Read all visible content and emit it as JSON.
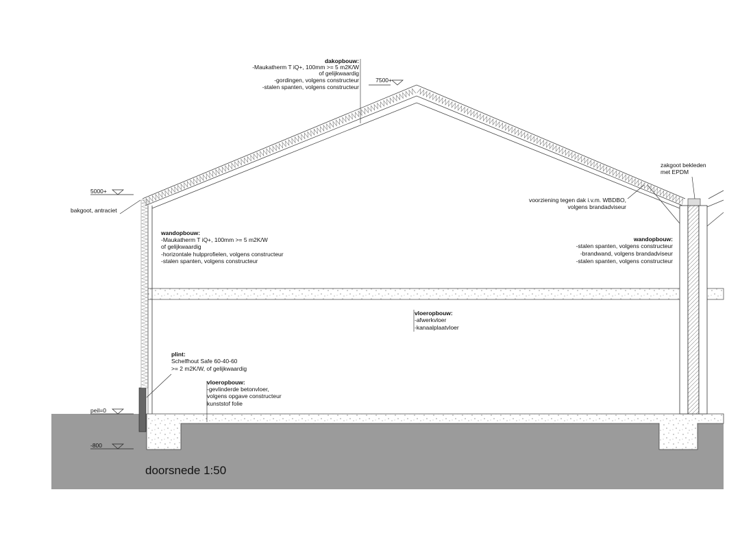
{
  "drawing": {
    "title": "doorsnede 1:50",
    "levels": {
      "ridge": "7500+",
      "eaves": "5000+",
      "floor": "peil=0",
      "foundation": "-800"
    },
    "roof_note": {
      "heading": "dakopbouw:",
      "lines": [
        "-Maukatherm T iQ+, 100mm >= 5 m2K/W",
        "of gelijkwaardig",
        "-gordingen, volgens constructeur",
        "-stalen spanten, volgens constructeur"
      ]
    },
    "gutter_left": "bakgoot, antraciet",
    "gutter_right": [
      "zakgoot bekleden",
      "met EPDM"
    ],
    "fire_note": [
      "voorziening tegen dak i.v.m. WBDBO,",
      "volgens brandadviseur"
    ],
    "wall_left": {
      "heading": "wandopbouw:",
      "lines": [
        "-Maukatherm T iQ+, 100mm >= 5 m2K/W",
        "of gelijkwaardig",
        "-horizontale hulpprofielen, volgens constructeur",
        "-stalen spanten, volgens constructeur"
      ]
    },
    "wall_right": {
      "heading": "wandopbouw:",
      "lines": [
        "-stalen spanten, volgens constructeur",
        "-brandwand, volgens brandadviseur",
        "-stalen spanten, volgens constructeur"
      ]
    },
    "upper_floor": {
      "heading": "vloeropbouw:",
      "lines": [
        "-afwerkvloer",
        "-kanaalplaatvloer"
      ]
    },
    "plinth": {
      "heading": "plint:",
      "lines": [
        "Schelfhout Safe 60-40-60",
        ">= 2 m2K/W, of gelijkwaardig"
      ]
    },
    "ground_floor": {
      "heading": "vloeropbouw:",
      "lines": [
        "-gevlinderde betonvloer,",
        "volgens opgave constructeur",
        "kunststof folie"
      ]
    }
  }
}
